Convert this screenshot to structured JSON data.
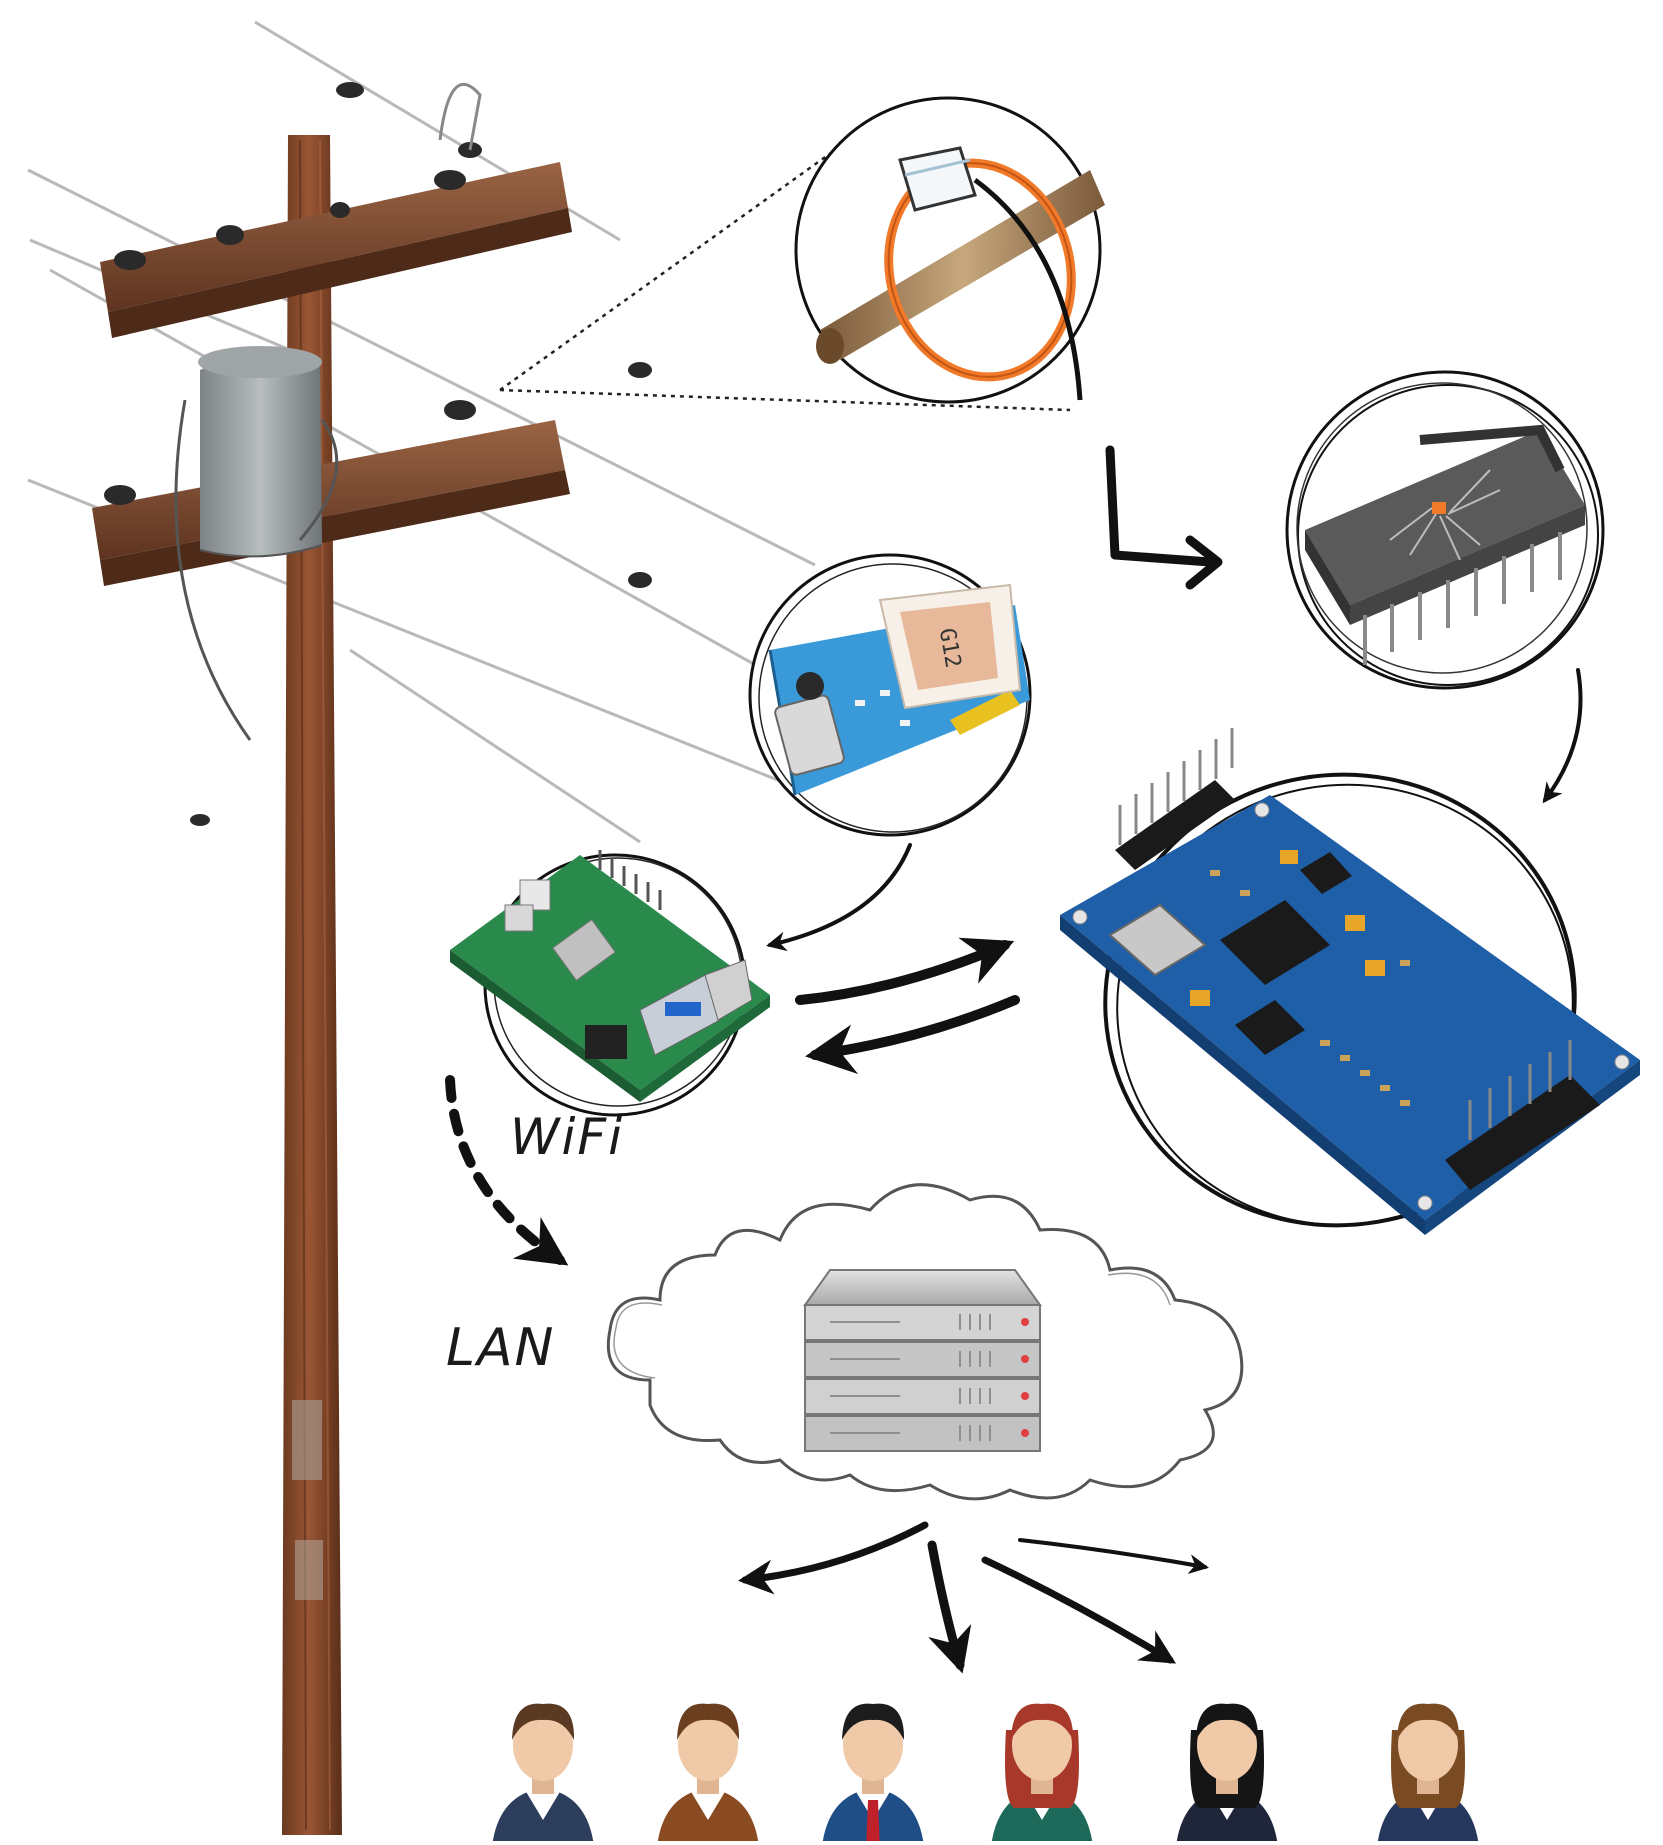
{
  "labels": {
    "wifi": "WiFi",
    "lan": "LAN"
  },
  "gps_module_text": "G12",
  "colors": {
    "pole_wood": "#8a4a2a",
    "crossarm": "#7c4a30",
    "transformer": "#9aa0a3",
    "pcb_blue": "#1f5fa8",
    "raspberry_green": "#2a8a4c",
    "server_gray": "#c8c8c8",
    "sensor_orange": "#f07a2a",
    "arrow": "#111111"
  },
  "users": [
    {
      "icon": "user-man-navy-icon",
      "shirt": "#2c3e5c",
      "hair": "#5a3a22"
    },
    {
      "icon": "user-man-brown-icon",
      "shirt": "#8a4a22",
      "hair": "#6a3e1e"
    },
    {
      "icon": "user-man-blue-tie-icon",
      "shirt": "#1f4e86",
      "hair": "#1c1c1c"
    },
    {
      "icon": "user-woman-green-icon",
      "shirt": "#1e6a5a",
      "hair": "#a8392a"
    },
    {
      "icon": "user-woman-dark-icon",
      "shirt": "#20263a",
      "hair": "#151515"
    },
    {
      "icon": "user-woman-navy-icon",
      "shirt": "#26375e",
      "hair": "#7a4a22"
    }
  ]
}
